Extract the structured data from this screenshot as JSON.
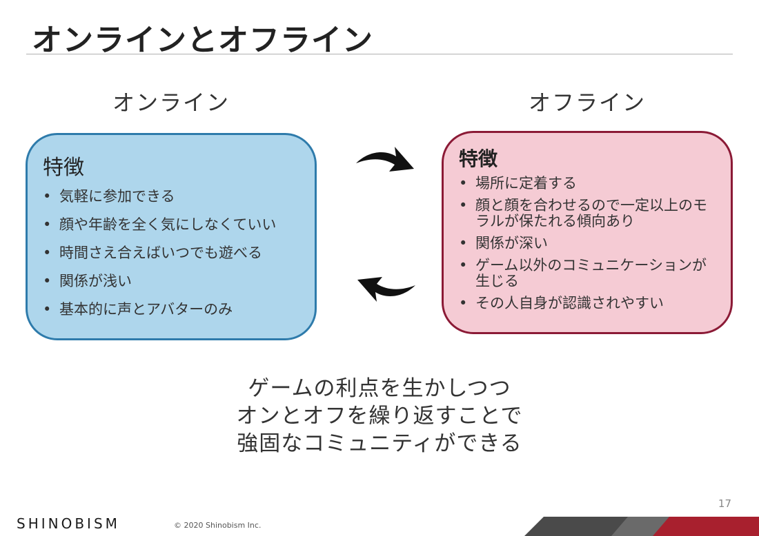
{
  "title": "オンラインとオフライン",
  "online": {
    "heading": "オンライン",
    "box_heading": "特徴",
    "items": [
      "気軽に参加できる",
      "顔や年齢を全く気にしなくていい",
      "時間さえ合えばいつでも遊べる",
      "関係が浅い",
      "基本的に声とアバターのみ"
    ]
  },
  "offline": {
    "heading": "オフライン",
    "box_heading": "特徴",
    "items": [
      "場所に定着する",
      "顔と顔を合わせるので一定以上のモラルが保たれる傾向あり",
      "関係が深い",
      "ゲーム以外のコミュニケーションが生じる",
      "その人自身が認識されやすい"
    ]
  },
  "summary": [
    "ゲームの利点を生かしつつ",
    "オンとオフを繰り返すことで",
    "強固なコミュニティができる"
  ],
  "page_number": "17",
  "logo_text": "SHINOBISM",
  "copyright": "© 2020 Shinobism Inc.",
  "colors": {
    "online_fill": "#aed6ec",
    "online_border": "#2e7bab",
    "offline_fill": "#f5cbd4",
    "offline_border": "#8b1a36",
    "footer_band_dark": "#4a4a4a",
    "footer_band_red": "#a8202e"
  },
  "icons": {
    "top_arrow": "curved-arrow-right-icon",
    "bottom_arrow": "curved-arrow-left-icon"
  }
}
